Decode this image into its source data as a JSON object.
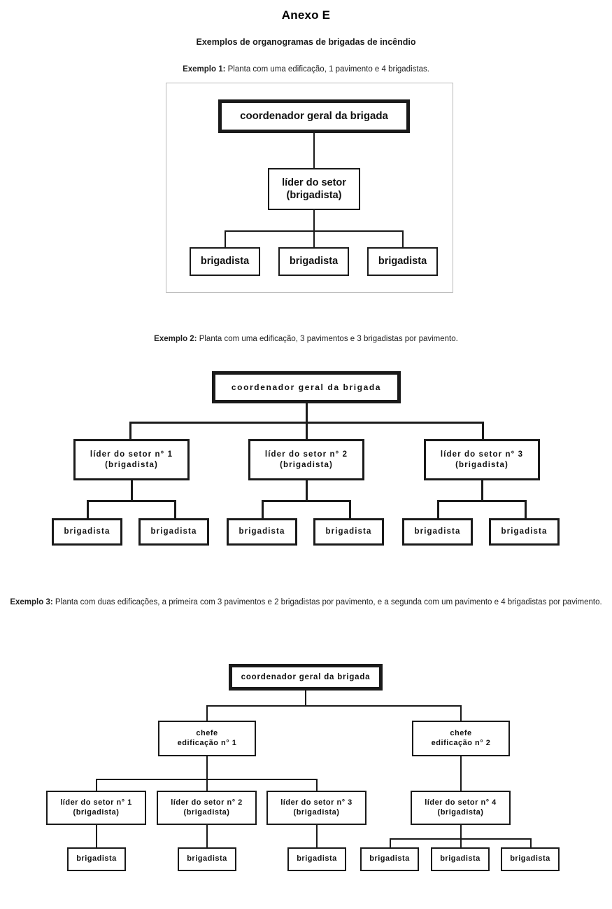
{
  "document": {
    "title": "Anexo E",
    "subtitle": "Exemplos de organogramas de brigadas de incêndio"
  },
  "captions": {
    "example1_label": "Exemplo 1:",
    "example1_text": " Planta com uma edificação, 1 pavimento e 4 brigadistas.",
    "example2_label": "Exemplo 2:",
    "example2_text": " Planta com uma edificação, 3 pavimentos e 3 brigadistas por pavimento.",
    "example3_label": "Exemplo 3:",
    "example3_text": " Planta com duas edificações, a primeira com 3 pavimentos e 2 brigadistas por pavimento, e a segunda com um pavimento e 4 brigadistas por pavimento."
  },
  "diagram1": {
    "type": "org-chart",
    "root": "coordenador geral da brigada",
    "level2": [
      "líder do setor\n(brigadista)"
    ],
    "level2_line1": "líder do setor",
    "level2_line2": "(brigadista)",
    "leaves": [
      "brigadista",
      "brigadista",
      "brigadista"
    ]
  },
  "diagram2": {
    "type": "org-chart",
    "root": "coordenador geral da brigada",
    "sectors": [
      {
        "line1": "líder do setor n° 1",
        "line2": "(brigadista)",
        "leaves": [
          "brigadista",
          "brigadista"
        ]
      },
      {
        "line1": "líder do setor n° 2",
        "line2": "(brigadista)",
        "leaves": [
          "brigadista",
          "brigadista"
        ]
      },
      {
        "line1": "líder do setor n° 3",
        "line2": "(brigadista)",
        "leaves": [
          "brigadista",
          "brigadista"
        ]
      }
    ]
  },
  "diagram3": {
    "type": "org-chart",
    "root": "coordenador geral da brigada",
    "buildings": [
      {
        "line1": "chefe",
        "line2": "edificação n° 1"
      },
      {
        "line1": "chefe",
        "line2": "edificação n° 2"
      }
    ],
    "sectors": [
      {
        "line1": "líder do setor n° 1",
        "line2": "(brigadista)"
      },
      {
        "line1": "líder do setor n° 2",
        "line2": "(brigadista)"
      },
      {
        "line1": "líder do setor n° 3",
        "line2": "(brigadista)"
      },
      {
        "line1": "líder  do setor n° 4",
        "line2": "(brigadista)"
      }
    ],
    "leaves": [
      "brigadista",
      "brigadista",
      "brigadista",
      "brigadista",
      "brigadista",
      "brigadista"
    ]
  },
  "colors": {
    "ink": "#1a1a1a",
    "frame": "#b9b9b9",
    "page": "#ffffff"
  }
}
